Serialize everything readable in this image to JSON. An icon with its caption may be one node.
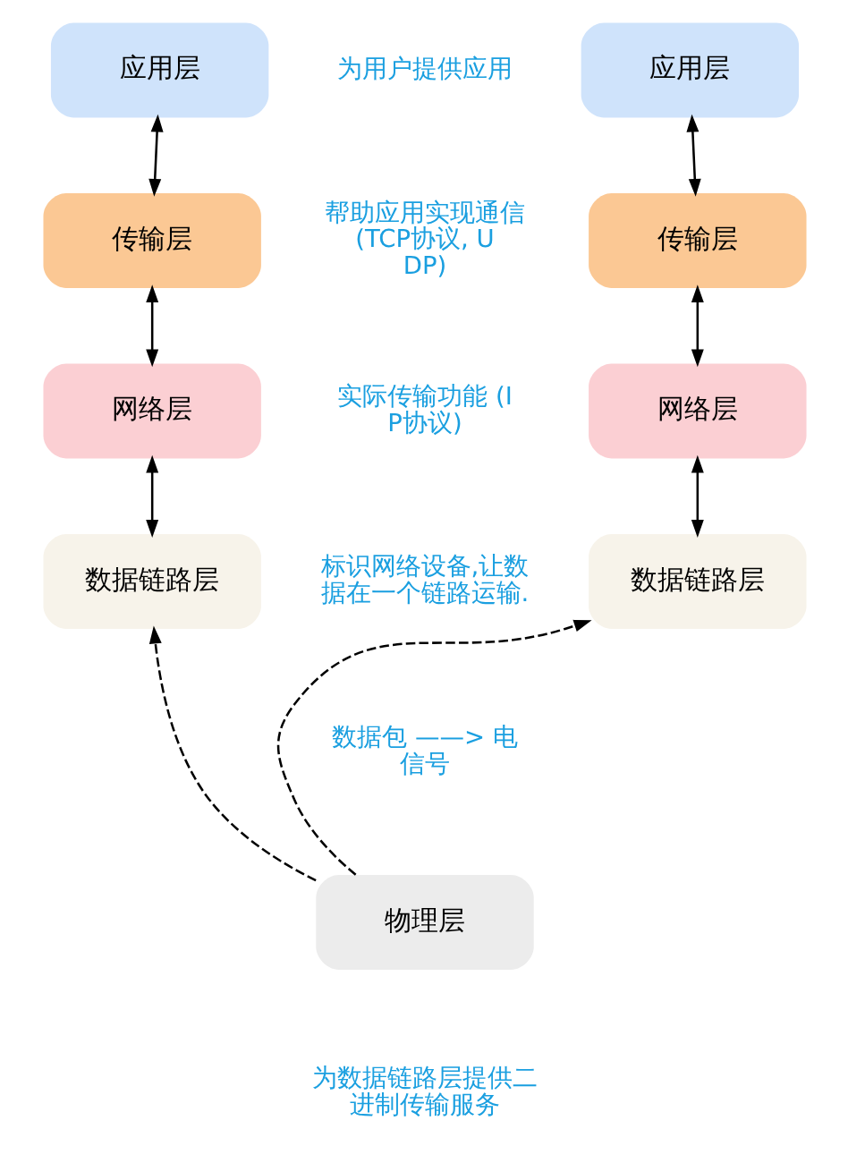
{
  "diagram": {
    "nodes": [
      {
        "text": [
          "应用层"
        ]
      },
      {
        "text": [
          "传输层"
        ]
      },
      {
        "text": [
          "网络层"
        ]
      },
      {
        "text": [
          "数据链路层"
        ]
      },
      {
        "text": [
          "应用层"
        ]
      },
      {
        "text": [
          "传输层"
        ]
      },
      {
        "text": [
          "网络层"
        ]
      },
      {
        "text": [
          "数据链路层"
        ]
      },
      {
        "text": [
          "物理层"
        ]
      }
    ],
    "edges": [
      {
        "from": 0,
        "to": 1,
        "arrow": "both"
      },
      {
        "from": 1,
        "to": 2,
        "arrow": "both"
      },
      {
        "from": 2,
        "to": 3,
        "arrow": "both"
      },
      {
        "from": 4,
        "to": 5,
        "arrow": "both"
      },
      {
        "from": 5,
        "to": 6,
        "arrow": "both"
      },
      {
        "from": 6,
        "to": 7,
        "arrow": "both"
      },
      {
        "from": 8,
        "to": 3,
        "arrow": "to",
        "style": "dashed"
      },
      {
        "from": 8,
        "to": 7,
        "arrow": "to",
        "style": "dashed"
      }
    ],
    "labels": [
      "为用户提供应用",
      "帮助应用实现通信 (TCP协议, UDP)",
      "实际传输功能 (IP协议)",
      "标识网络设备,让数据在一个链路运输.",
      "数据包 ——> 电信号",
      "为数据链路层提供二进制传输服务"
    ]
  }
}
